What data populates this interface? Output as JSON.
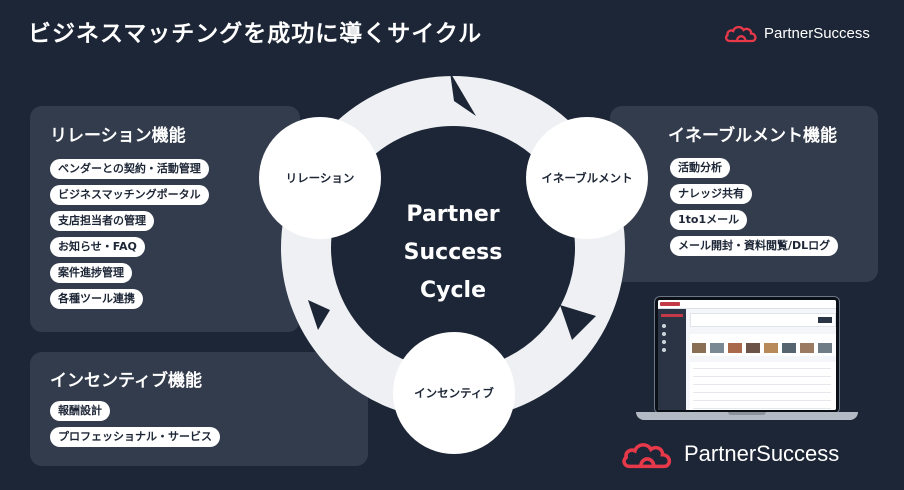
{
  "title": "ビジネスマッチングを成功に導くサイクル",
  "brand": {
    "name": "PartnerSuccess",
    "logo_icon": "cloud-logo-icon",
    "logo_color": "#e8394a"
  },
  "colors": {
    "background": "#1d2636",
    "panel": "#333c4c",
    "ring": "#eef0f3",
    "accent": "#e8394a"
  },
  "cycle": {
    "center_lines": [
      "Partner",
      "Success",
      "Cycle"
    ],
    "nodes": {
      "relation": "リレーション",
      "enablement": "イネーブルメント",
      "incentive": "インセンティブ"
    }
  },
  "panels": {
    "relation": {
      "title": "リレーション機能",
      "items": [
        "ベンダーとの契約・活動管理",
        "ビジネスマッチングポータル",
        "支店担当者の管理",
        "お知らせ・FAQ",
        "案件進捗管理",
        "各種ツール連携"
      ]
    },
    "enablement": {
      "title": "イネーブルメント機能",
      "items": [
        "活動分析",
        "ナレッジ共有",
        "1to1メール",
        "メール開封・資料閲覧/DLログ"
      ]
    },
    "incentive": {
      "title": "インセンティブ機能",
      "items": [
        "報酬設計",
        "プロフェッショナル・サービス"
      ]
    }
  }
}
